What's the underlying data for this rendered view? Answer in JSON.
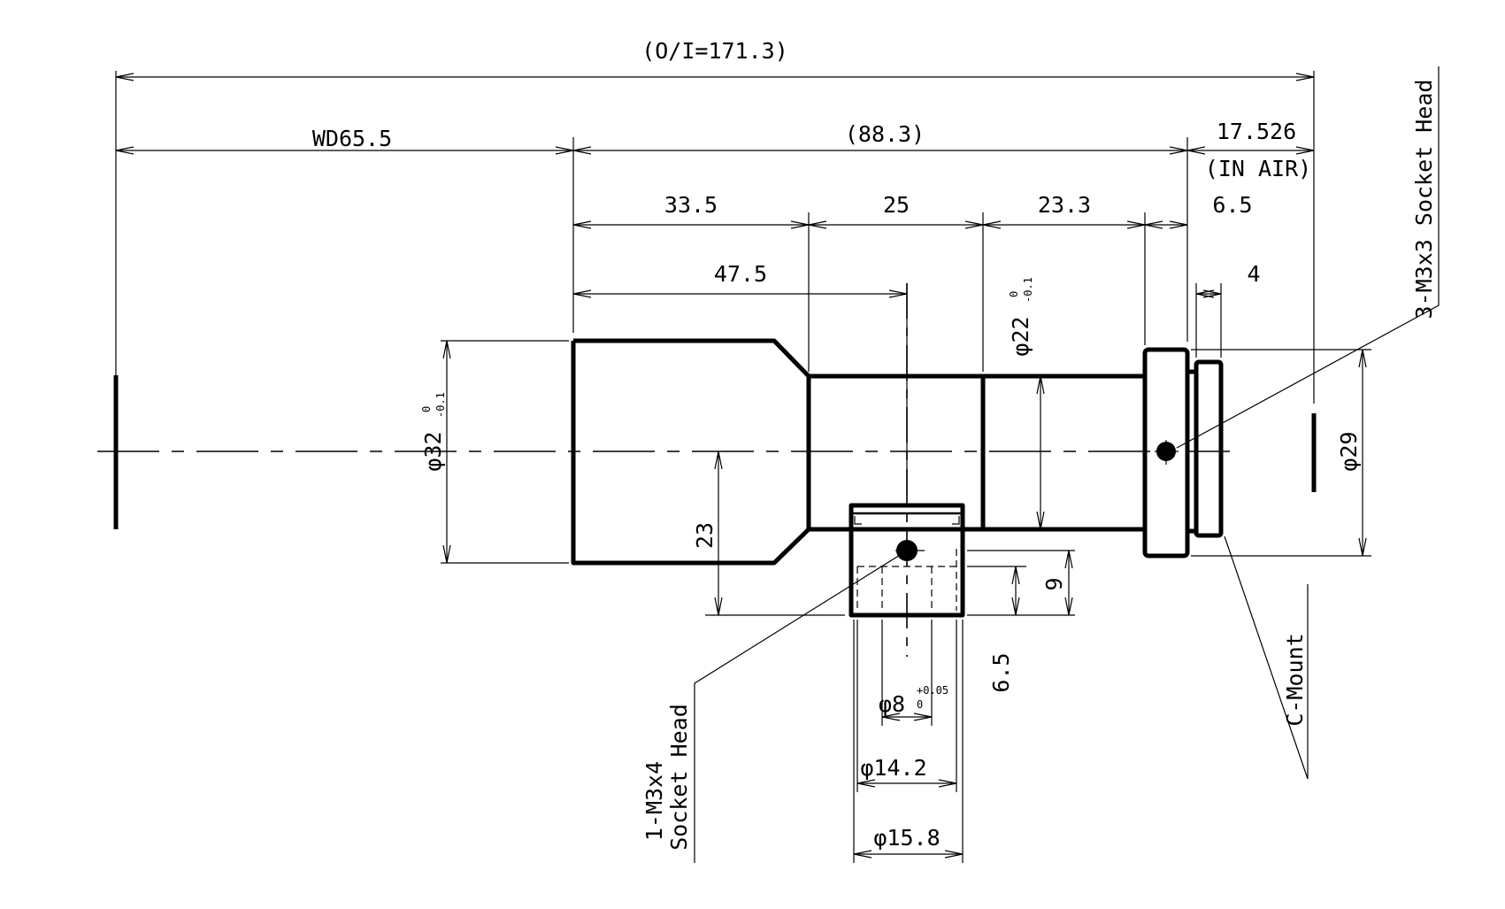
{
  "colors": {
    "line": "#000000",
    "background": "#ffffff"
  },
  "dimensions": {
    "overall": "(O/I=171.3)",
    "working_distance": "WD65.5",
    "lens_body": "(88.3)",
    "back_focus": "17.526",
    "back_focus_note": "(IN AIR)",
    "seg_front": "33.5",
    "seg_mid": "25",
    "seg_rear": "23.3",
    "seg_mount_flange": "6.5",
    "port_position": "47.5",
    "mount_thread": "4",
    "dia_front_symbol": "φ32",
    "dia_front_tol_upper": "0",
    "dia_front_tol_lower": "-0.1",
    "dia_barrel_symbol": "φ22",
    "dia_barrel_tol_upper": "0",
    "dia_barrel_tol_lower": "-0.1",
    "dia_mount": "φ29",
    "port_height": "23",
    "port_offset": "9",
    "port_extension": "6.5",
    "port_bore_symbol": "φ8",
    "port_bore_tol_upper": "+0.05",
    "port_bore_tol_lower": "0",
    "port_inner": "φ14.2",
    "port_outer": "φ15.8"
  },
  "callouts": {
    "mount_screws": "3-M3x3 Socket Head",
    "port_screw_line1": "1-M3x4",
    "port_screw_line2": "Socket Head",
    "mount_type": "C-Mount"
  }
}
